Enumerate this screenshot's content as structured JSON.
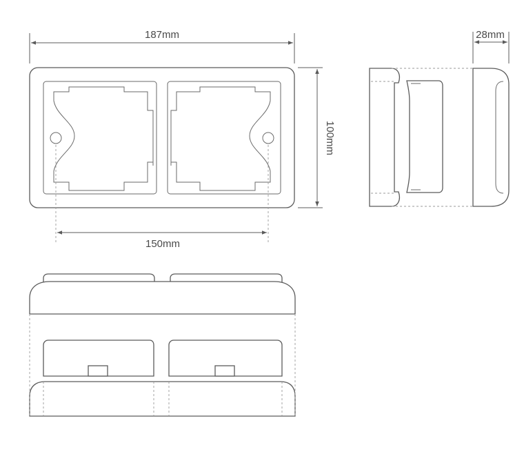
{
  "dimensions": {
    "width_label": "187mm",
    "depth_label": "28mm",
    "height_label": "100mm",
    "mount_spacing_label": "150mm"
  }
}
